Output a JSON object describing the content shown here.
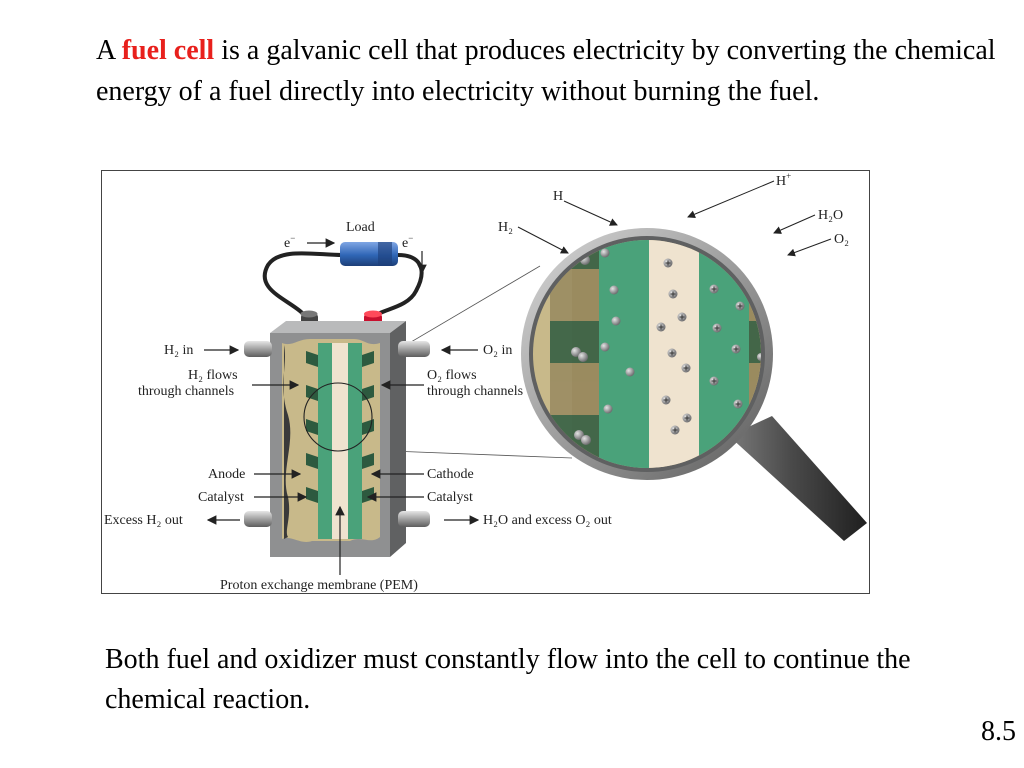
{
  "intro": {
    "prefix": "A ",
    "term": "fuel cell",
    "rest": " is a galvanic cell that produces electricity by converting the chemical energy of a fuel directly into electricity without burning the fuel."
  },
  "diagram": {
    "labels": {
      "load": "Load",
      "electron_left": "e",
      "electron_right": "e",
      "electron_sup": "−",
      "h2_in": "H₂ in",
      "h2_flows_1": "H₂ flows",
      "h2_flows_2": "through channels",
      "anode": "Anode",
      "catalyst_left": "Catalyst",
      "excess_h2_out": "Excess H₂ out",
      "o2_in": "O₂ in",
      "o2_flows_1": "O₂ flows",
      "o2_flows_2": "through channels",
      "cathode": "Cathode",
      "catalyst_right": "Catalyst",
      "h2o_out": "H₂O and excess O₂ out",
      "pem": "Proton exchange membrane (PEM)",
      "zoom_h": "H",
      "zoom_h2": "H₂",
      "zoom_hplus": "H",
      "zoom_hplus_sup": "+",
      "zoom_h2o": "H₂O",
      "zoom_o2": "O₂"
    },
    "colors": {
      "membrane": "#efe3cf",
      "electrode": "#4aa27a",
      "channel": "#c8b98a",
      "cell_body": "#8f9091",
      "load": "#2f66b6",
      "oxygen": "#e8383a",
      "hydrogen": "#8a8a8c"
    }
  },
  "outro": {
    "text": "Both fuel and oxidizer must constantly flow into the cell to continue the chemical reaction."
  },
  "slide_number": "8.5"
}
